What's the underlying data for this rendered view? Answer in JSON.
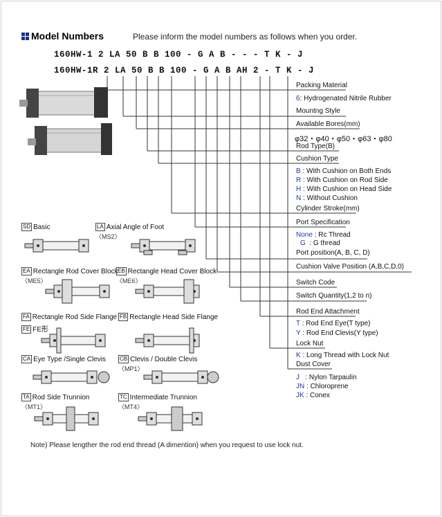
{
  "title": "Model Numbers",
  "instruction": "Please inform the model numbers as follows when you order.",
  "model_line_1": "160HW-1 2 LA 50 B B 100 - G A B - - - T K - J",
  "model_line_2": "160HW-1R 2 LA 50 B B 100 - G A B AH 2 - T K - J",
  "labels": {
    "packing_material": "Packing Material",
    "packing_6_code": "6",
    "packing_6_desc": ": Hydrogenated Nitrile Rubber",
    "mounting_style": "Mountng Style",
    "available_bores": "Available Bores(mm)",
    "bores_list": "φ32・φ40・φ50・φ63・φ80",
    "rod_type": "Rod Type(B)",
    "cushion_type": "Cushion Type",
    "cushion_b_code": "B",
    "cushion_b_desc": ": With Cushion on Both Ends",
    "cushion_r_code": "R",
    "cushion_r_desc": ": With Cushion on Rod Side",
    "cushion_h_code": "H",
    "cushion_h_desc": ": With Cushion on Head Side",
    "cushion_n_code": "N",
    "cushion_n_desc": ": Without Cushion",
    "cylinder_stroke": "Cylinder Stroke(mm)",
    "port_spec": "Port Specification",
    "port_none_code": "None",
    "port_none_desc": ": Rc Thread",
    "port_g_code": "G",
    "port_g_desc": ": G thread",
    "port_position": "Port position(A, B, C, D)",
    "cushion_valve_position": "Cushion Valve Position (A,B,C,D,0)",
    "switch_code": "Switch Code",
    "switch_quantity": "Switch Quantity(1,2 to n)",
    "rod_end_attachment": "Rod End Attachment",
    "rod_t_code": "T",
    "rod_t_desc": ": Rod End Eye(T type)",
    "rod_y_code": "Y",
    "rod_y_desc": ": Rod End Clevis(Y type)",
    "lock_nut": "Lock Nut",
    "lock_k_code": "K",
    "lock_k_desc": ": Long Thread with Lock Nut",
    "dust_cover": "Dust Cover",
    "dust_j_code": "J",
    "dust_j_desc": ": Nylon Tarpaulin",
    "dust_jn_code": "JN",
    "dust_jn_desc": ": Chloroprene",
    "dust_jk_code": "JK",
    "dust_jk_desc": ": Conex"
  },
  "mounts": [
    {
      "code": "SD",
      "name": "Basic",
      "sub": ""
    },
    {
      "code": "LA",
      "name": "Axial Angle of Foot",
      "sub": "〈MS2〉"
    },
    {
      "code": "EA",
      "name": "Rectangle Rod Cover Block",
      "sub": "〈ME5〉"
    },
    {
      "code": "EB",
      "name": "Rectangle Head Cover Block",
      "sub": "〈ME6〉"
    },
    {
      "code": "FA",
      "name": "Rectangle Rod Side Flange",
      "sub": ""
    },
    {
      "code": "FE",
      "name": "FE形",
      "sub": ""
    },
    {
      "code": "FB",
      "name": "Rectangle Head Side Flange",
      "sub": ""
    },
    {
      "code": "CA",
      "name": "Eye Type /Single Clevis",
      "sub": ""
    },
    {
      "code": "CB",
      "name": "Clevis / Double Clevis",
      "sub": "〈MP1〉"
    },
    {
      "code": "TA",
      "name": "Rod Side Trunnion",
      "sub": "〈MT1〉"
    },
    {
      "code": "TC",
      "name": "Intermediate Trunnion",
      "sub": "〈MT4〉"
    }
  ],
  "note": "Note) Please lengther the rod end thread (A dimention) when you request to use lock nut.",
  "colors": {
    "accent_blue": "#1a3aa8",
    "title_square": "#1b2f8a"
  }
}
